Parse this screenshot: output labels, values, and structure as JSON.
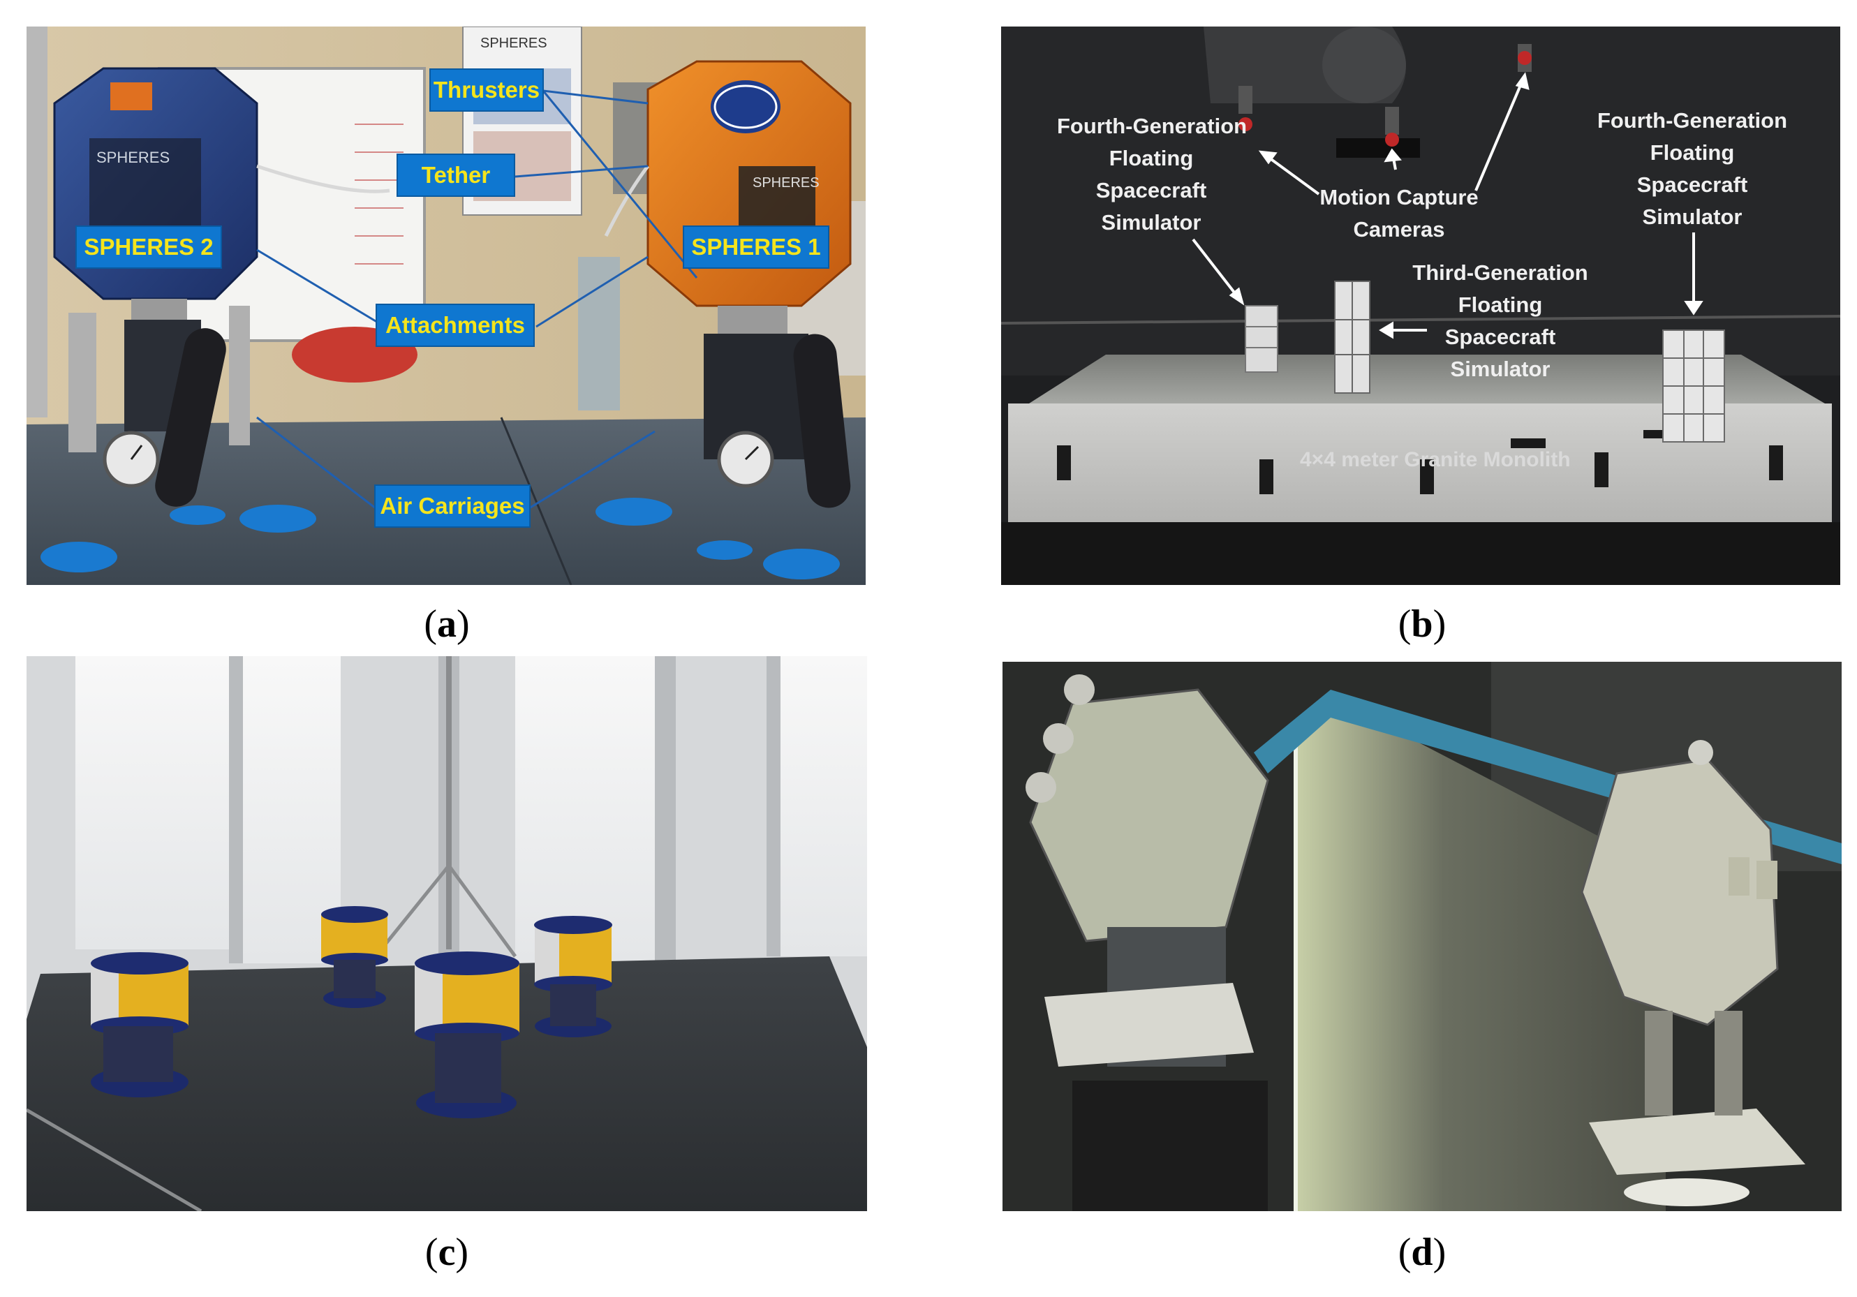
{
  "captions": {
    "a": {
      "open": "(",
      "letter": "a",
      "close": ")"
    },
    "b": {
      "open": "(",
      "letter": "b",
      "close": ")"
    },
    "c": {
      "open": "(",
      "letter": "c",
      "close": ")"
    },
    "d": {
      "open": "(",
      "letter": "d",
      "close": ")"
    }
  },
  "panel_a": {
    "callouts": {
      "thrusters": "Thrusters",
      "tether": "Tether",
      "spheres2": "SPHERES 2",
      "spheres1": "SPHERES 1",
      "attachments": "Attachments",
      "air_carriages": "Air Carriages"
    },
    "logo_text": "SPHERES",
    "poster_title": "SPHERES",
    "colors": {
      "callout_bg": "#0f77d0",
      "callout_text": "#f5e41c",
      "leader": "#1f5fb0"
    }
  },
  "panel_b": {
    "labels": {
      "fourth_gen_left": [
        "Fourth-Generation",
        "Floating",
        "Spacecraft",
        "Simulator"
      ],
      "motion_capture": [
        "Motion Capture",
        "Cameras"
      ],
      "third_gen": [
        "Third-Generation",
        "Floating",
        "Spacecraft",
        "Simulator"
      ],
      "fourth_gen_right": [
        "Fourth-Generation",
        "Floating",
        "Spacecraft",
        "Simulator"
      ],
      "granite": "4×4 meter Granite Monolith"
    }
  }
}
